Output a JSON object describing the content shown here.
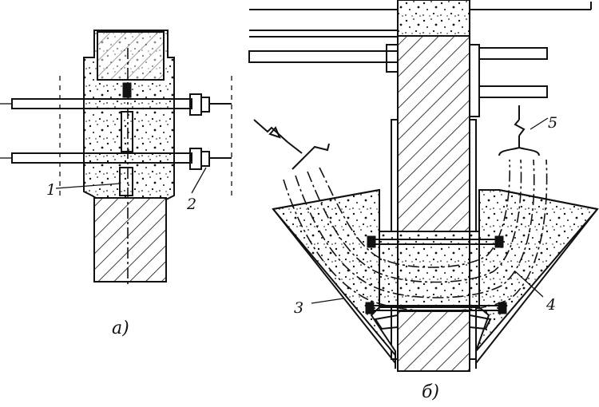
{
  "figure_a": {
    "caption": "а)",
    "callouts": [
      {
        "id": "1",
        "text": "1"
      },
      {
        "id": "2",
        "text": "2"
      }
    ]
  },
  "figure_b": {
    "caption": "б)",
    "callouts": [
      {
        "id": "3",
        "text": "3"
      },
      {
        "id": "4",
        "text": "4"
      },
      {
        "id": "5",
        "text": "5"
      }
    ]
  },
  "colors": {
    "ink": "#111111",
    "paper": "#ffffff"
  }
}
